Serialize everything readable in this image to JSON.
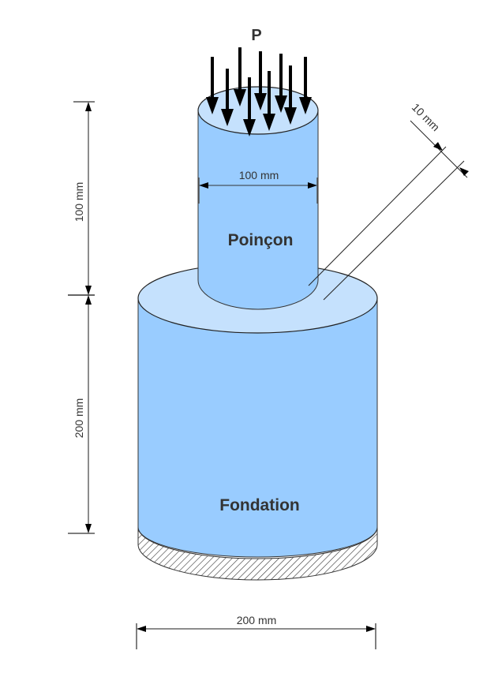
{
  "diagram": {
    "load_label": "P",
    "punch": {
      "label": "Poinçon",
      "diameter_label": "100 mm",
      "height_label": "100 mm"
    },
    "foundation": {
      "label": "Fondation",
      "diameter_label": "200 mm",
      "height_label": "200 mm"
    },
    "gap_label": "10 mm",
    "load_arrow_count": 9,
    "colors": {
      "body": "#99ccff",
      "top_face": "#c5e1fd",
      "outline": "#333333",
      "dimension": "#666666",
      "text": "#333333"
    }
  }
}
